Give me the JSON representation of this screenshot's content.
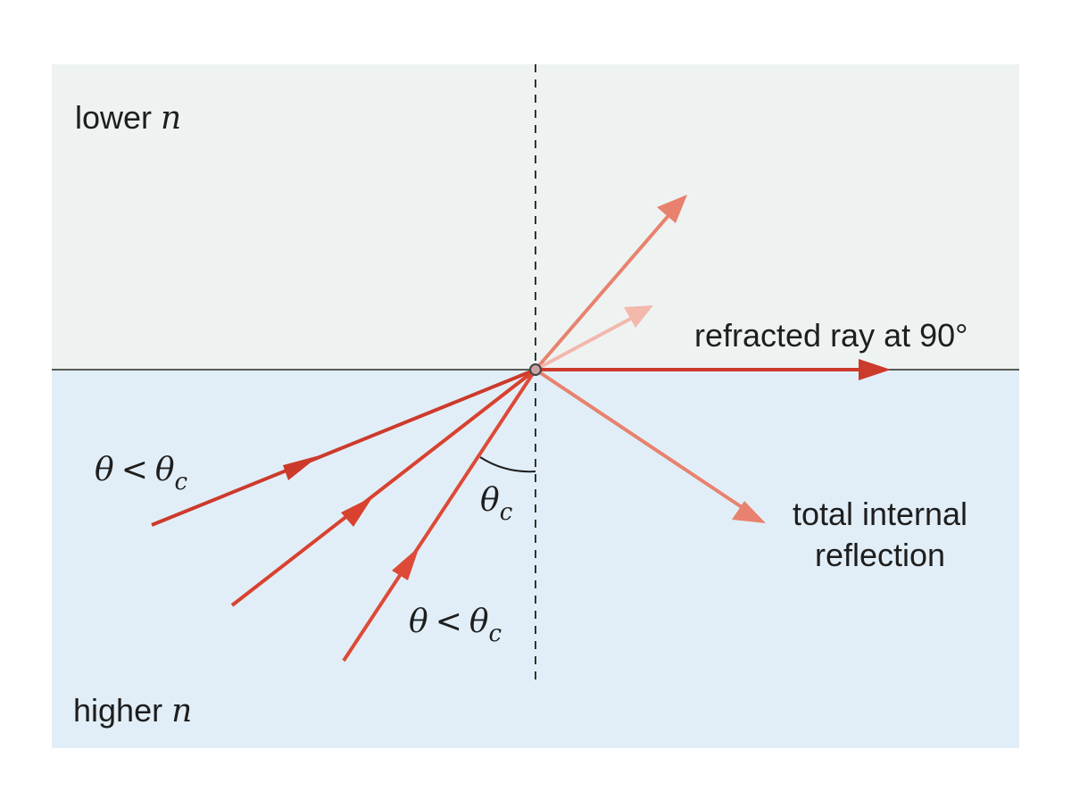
{
  "media": {
    "top": {
      "name": "lower",
      "symbol": "n"
    },
    "bottom": {
      "name": "higher",
      "symbol": "n"
    }
  },
  "labels": {
    "refracted": "refracted ray at 90°",
    "tir_line1": "total internal",
    "tir_line2": "reflection",
    "theta": "θ",
    "less_than": "<",
    "theta_c_base": "θ",
    "theta_c_sub": "c"
  },
  "colors": {
    "upper_medium": "#eef3f2",
    "lower_medium": "#e2eef7",
    "ray_dark": "#cc3a2c",
    "ray_mid": "#dd4a38",
    "ray_light": "#e8826e",
    "ray_faint": "#f3b8ac",
    "boundary": "#444444",
    "normal": "#333333"
  }
}
